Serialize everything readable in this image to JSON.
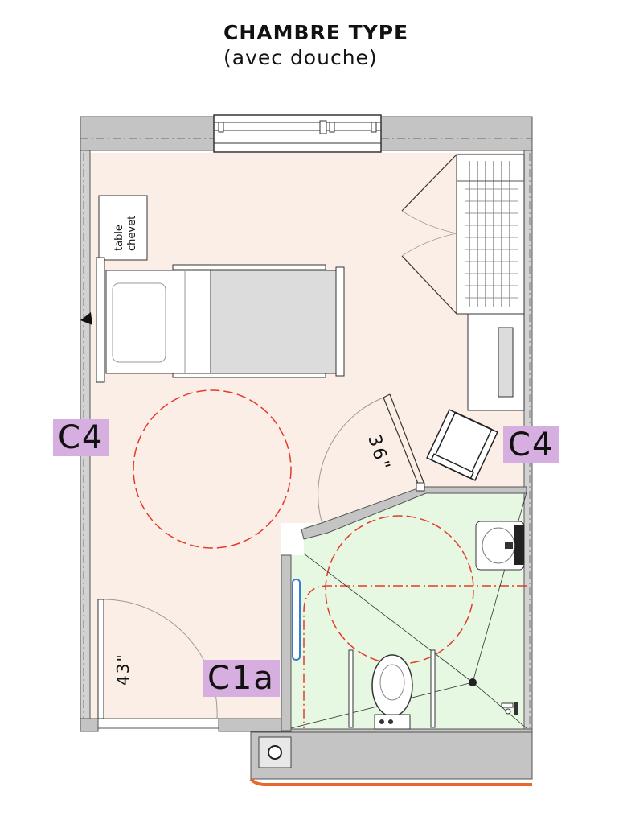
{
  "title": {
    "line1": "CHAMBRE TYPE",
    "line2": "(avec douche)"
  },
  "labels": {
    "table_chevet": [
      "table",
      "chevet"
    ],
    "door_width_bathroom": "36\"",
    "door_width_entry": "43\"",
    "code_left": "C4",
    "code_right": "C4",
    "code_entry": "C1a"
  },
  "colors": {
    "bedroom_floor": "#fbeee6",
    "bathroom_floor": "#e6f8e2",
    "wall": "#b8b8b8",
    "turning_circle": "#e53a2a",
    "label_bg": "#d7aee0",
    "pipe": "#e8672e"
  }
}
